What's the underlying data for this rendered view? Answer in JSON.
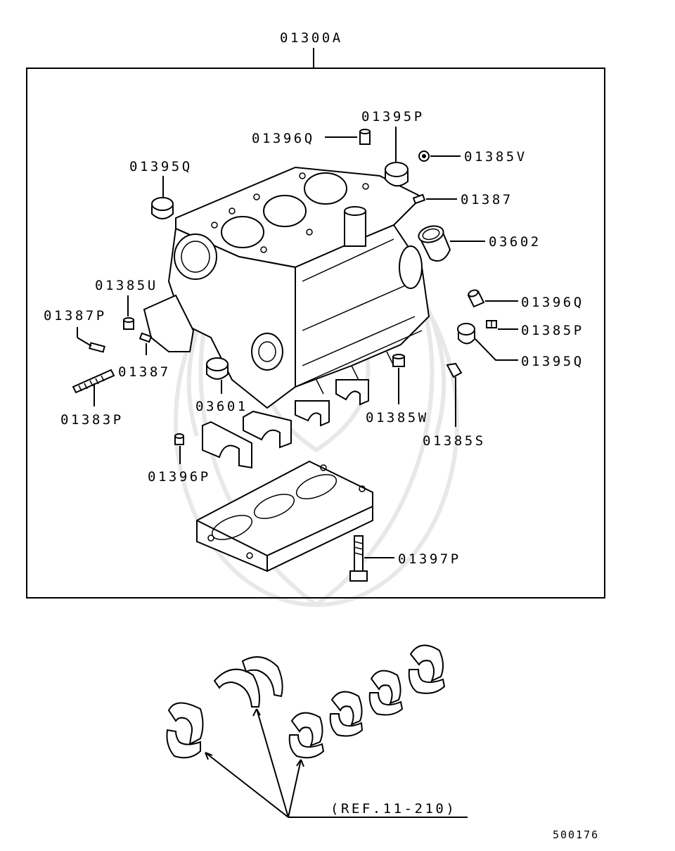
{
  "assembly_label": "01300A",
  "parts": [
    {
      "id": "p01395P_top",
      "code": "01395P"
    },
    {
      "id": "p01396Q_top",
      "code": "01396Q"
    },
    {
      "id": "p01385V",
      "code": "01385V"
    },
    {
      "id": "p01395Q_left",
      "code": "01395Q"
    },
    {
      "id": "p01387_right",
      "code": "01387"
    },
    {
      "id": "p03602",
      "code": "03602"
    },
    {
      "id": "p01385U",
      "code": "01385U"
    },
    {
      "id": "p01387P",
      "code": "01387P"
    },
    {
      "id": "p01396Q_right",
      "code": "01396Q"
    },
    {
      "id": "p01385P",
      "code": "01385P"
    },
    {
      "id": "p01395Q_right",
      "code": "01395Q"
    },
    {
      "id": "p01387_left",
      "code": "01387"
    },
    {
      "id": "p03601",
      "code": "03601"
    },
    {
      "id": "p01383P",
      "code": "01383P"
    },
    {
      "id": "p01385W",
      "code": "01385W"
    },
    {
      "id": "p01385S",
      "code": "01385S"
    },
    {
      "id": "p01396P",
      "code": "01396P"
    },
    {
      "id": "p01397P",
      "code": "01397P"
    }
  ],
  "reference_label": "(REF.11-210)",
  "figure_number": "500176"
}
